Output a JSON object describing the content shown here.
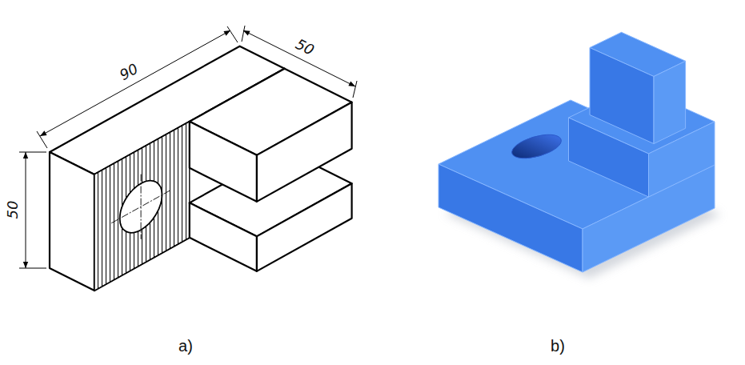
{
  "diagram": {
    "labels": [
      "90",
      "50",
      "50",
      "a)",
      "b)"
    ]
  }
}
